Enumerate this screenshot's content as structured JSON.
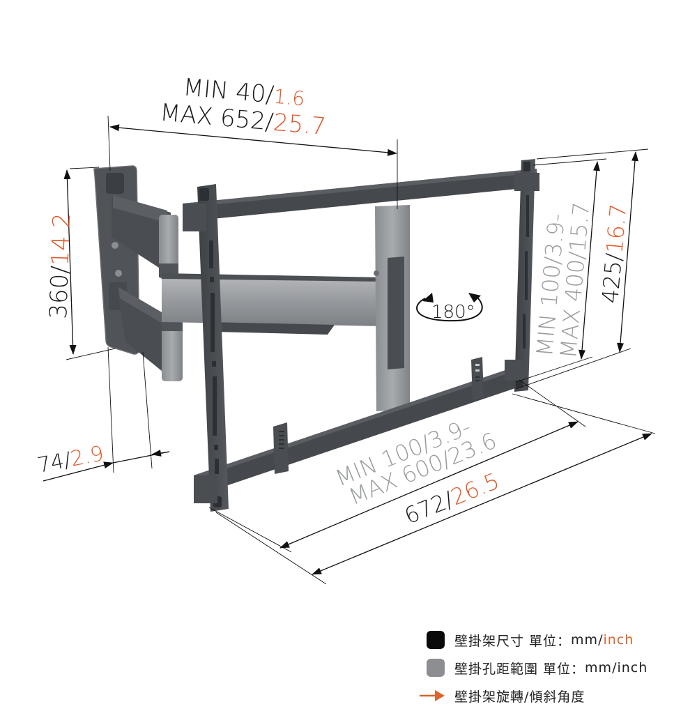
{
  "colors": {
    "frame_dark": "#45484c",
    "arm_silver": "#8e9195",
    "dimension_line": "#1a1a1a",
    "imperial_orange": "#e05a2b",
    "vesa_gray": "#9a9d9f",
    "legend_arrow": "#d9652d"
  },
  "dimensions": {
    "arm_extension": {
      "line1_prefix": "MIN 40/",
      "line1_inch": "1.6",
      "line2_prefix": "MAX 652/",
      "line2_inch": "25.7"
    },
    "wall_plate_height": {
      "mm": "360/",
      "inch": "14.2"
    },
    "wall_depth": {
      "mm": "74/",
      "inch": "2.9"
    },
    "vesa_vertical": {
      "line1": "MIN 100/3.9-",
      "line2": "MAX 400/15.7"
    },
    "frame_height": {
      "mm": "425/",
      "inch": "16.7"
    },
    "vesa_horizontal": {
      "line1": "MIN 100/3.9-",
      "line2": "MAX 600/23.6"
    },
    "frame_width": {
      "mm": "672/",
      "inch": "26.5"
    },
    "rotation": {
      "label": "180°"
    }
  },
  "legend": {
    "items": [
      {
        "swatch": "black-square",
        "label": "壁掛架尺寸 單位：",
        "unit_mm": "mm/",
        "unit_inch": "inch"
      },
      {
        "swatch": "gray-square",
        "label": "壁掛孔距範圍 單位：",
        "unit_mm": "mm/",
        "unit_inch": "inch"
      },
      {
        "swatch": "orange-arrow",
        "label": "壁掛架旋轉/傾斜角度"
      }
    ]
  }
}
